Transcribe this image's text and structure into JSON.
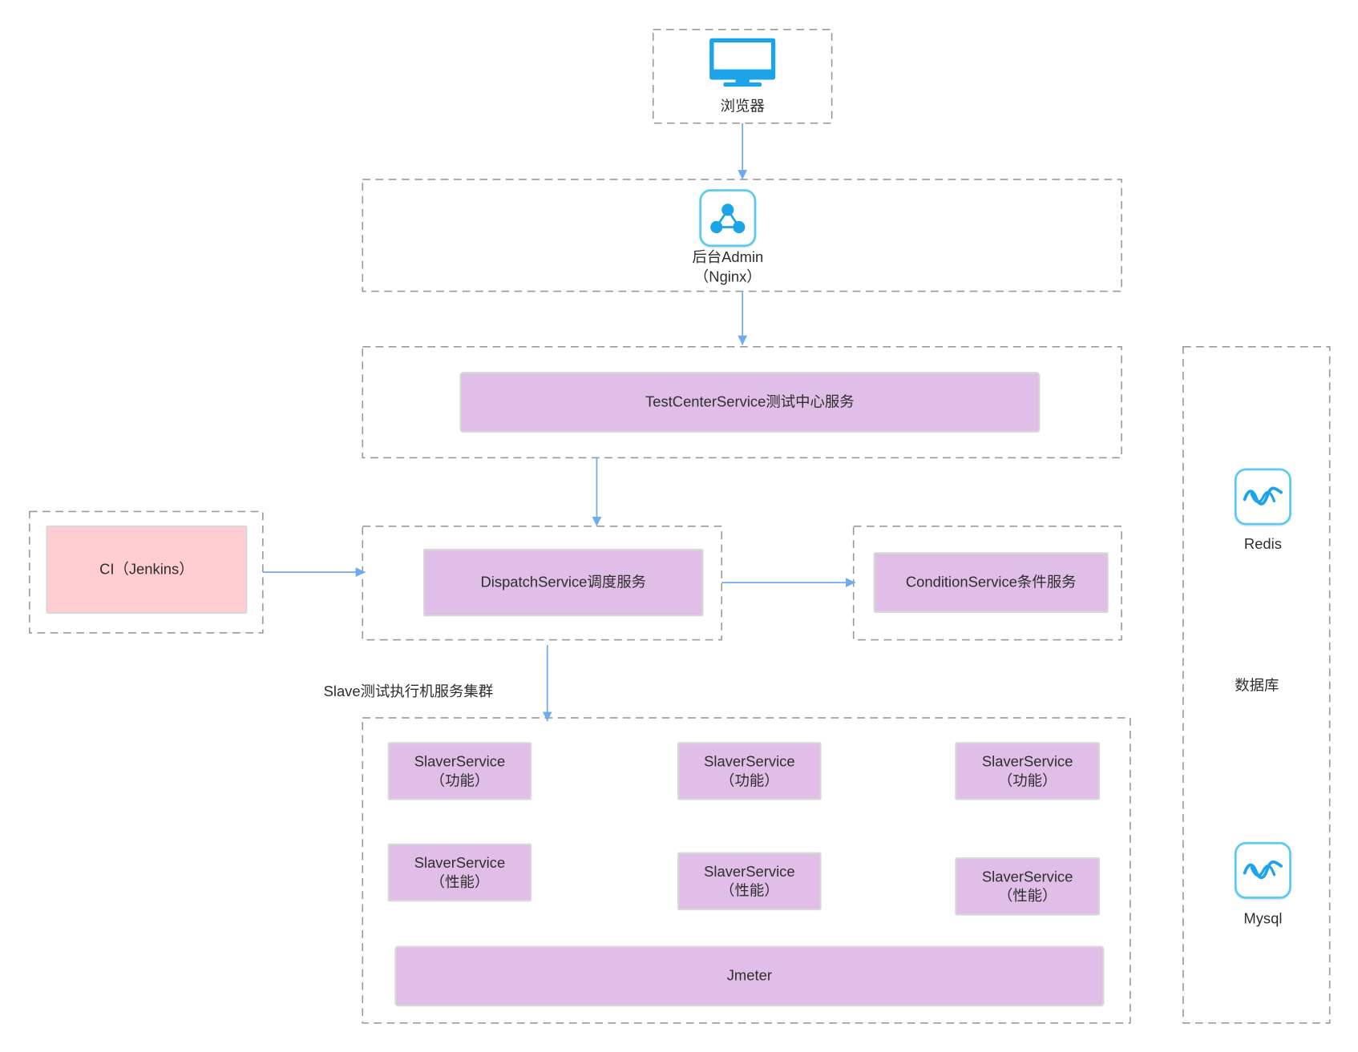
{
  "colors": {
    "service_fill": "#e1bee7",
    "ci_fill": "#ffcdd2",
    "arrow": "#6fabef",
    "icon_blue": "#1ca4e8",
    "icon_border": "#5ccbf1",
    "dashed_border": "#9a9a9a"
  },
  "browser": {
    "icon": "monitor-icon",
    "label": "浏览器"
  },
  "admin": {
    "icon": "network-nodes-icon",
    "title": "后台Admin",
    "subtitle": "（Nginx）"
  },
  "test_center": {
    "label": "TestCenterService测试中心服务"
  },
  "ci": {
    "label": "CI（Jenkins）"
  },
  "dispatch": {
    "label": "DispatchService调度服务"
  },
  "condition": {
    "label": "ConditionService条件服务"
  },
  "slave_cluster": {
    "title": "Slave测试执行机服务集群",
    "services": [
      {
        "name": "SlaverService",
        "kind": "（功能）"
      },
      {
        "name": "SlaverService",
        "kind": "（功能）"
      },
      {
        "name": "SlaverService",
        "kind": "（功能）"
      },
      {
        "name": "SlaverService",
        "kind": "（性能）"
      },
      {
        "name": "SlaverService",
        "kind": "（性能）"
      },
      {
        "name": "SlaverService",
        "kind": "（性能）"
      }
    ],
    "jmeter": "Jmeter"
  },
  "database": {
    "label": "数据库",
    "stores": [
      {
        "icon": "database-wave-icon",
        "name": "Redis"
      },
      {
        "icon": "database-wave-icon",
        "name": "Mysql"
      }
    ]
  }
}
